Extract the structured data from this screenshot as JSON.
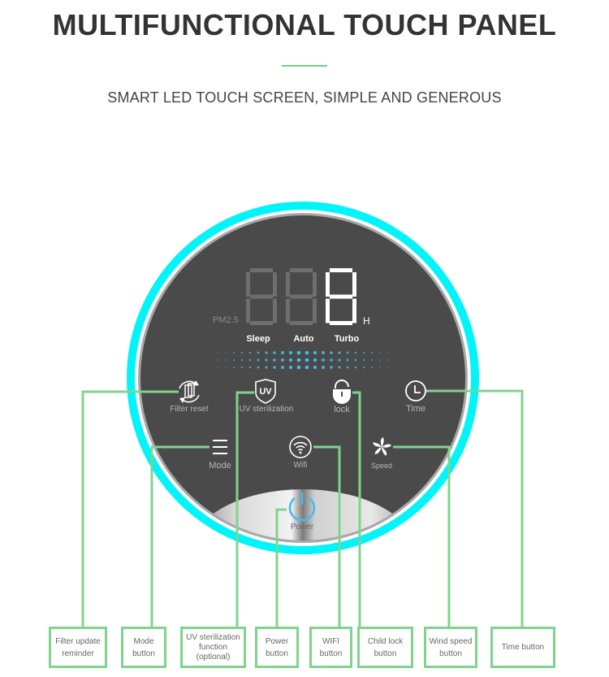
{
  "header": {
    "title": "MULTIFUNCTIONAL TOUCH PANEL",
    "subtitle": "SMART LED TOUCH SCREEN, SIMPLE AND GENEROUS"
  },
  "colors": {
    "accent_green": "#7fd48c",
    "ring_cyan": "#00f4f8",
    "panel_dark": "#4a4a4a",
    "led_blue": "#3fbff0"
  },
  "display": {
    "pm_label": "PM2.5",
    "unit_label": "H",
    "digits": [
      "8",
      "8",
      "8"
    ],
    "modes": [
      "Sleep",
      "Auto",
      "Turbo"
    ]
  },
  "panel_buttons": [
    {
      "id": "filter",
      "icon": "filter-reset-icon",
      "label": "Filter reset"
    },
    {
      "id": "uv",
      "icon": "uv-shield-icon",
      "label": "UV sterilization",
      "icon_text": "UV"
    },
    {
      "id": "lock",
      "icon": "lock-icon",
      "label": "lock"
    },
    {
      "id": "time",
      "icon": "clock-icon",
      "label": "Time"
    },
    {
      "id": "mode",
      "icon": "menu-icon",
      "label": "Mode"
    },
    {
      "id": "wifi",
      "icon": "wifi-icon",
      "label": "Wifi"
    },
    {
      "id": "speed",
      "icon": "fan-icon",
      "label": "Speed"
    },
    {
      "id": "power",
      "icon": "power-icon",
      "label": "Power"
    }
  ],
  "callouts": [
    {
      "target": "filter",
      "text": "Filter update reminder"
    },
    {
      "target": "mode",
      "text": "Mode button"
    },
    {
      "target": "uv",
      "text": "UV sterilization function (optional)"
    },
    {
      "target": "power",
      "text": "Power button"
    },
    {
      "target": "wifi",
      "text": "WIFI button"
    },
    {
      "target": "lock",
      "text": "Child lock button"
    },
    {
      "target": "speed",
      "text": "Wind speed button"
    },
    {
      "target": "time",
      "text": "Time button"
    }
  ]
}
